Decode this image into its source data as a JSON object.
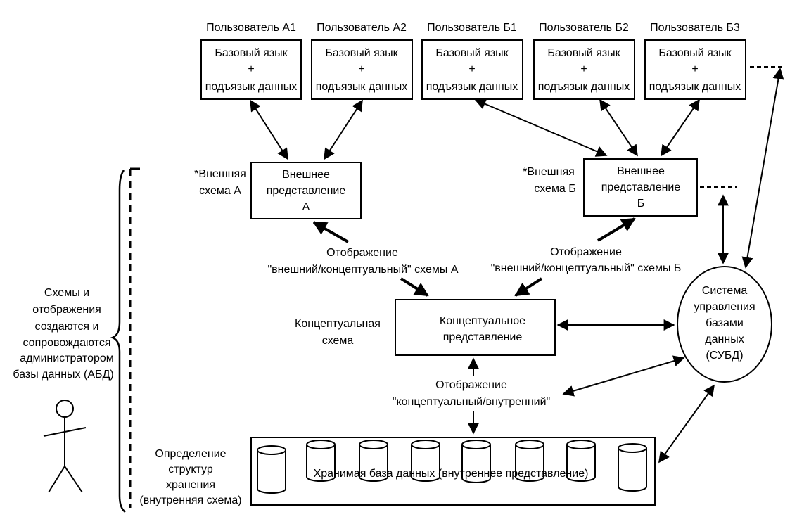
{
  "users": [
    {
      "name": "Пользователь А1",
      "line1": "Базовый язык",
      "line2": "+",
      "line3": "подъязык данных"
    },
    {
      "name": "Пользователь А2",
      "line1": "Базовый язык",
      "line2": "+",
      "line3": "подъязык данных"
    },
    {
      "name": "Пользователь Б1",
      "line1": "Базовый язык",
      "line2": "+",
      "line3": "подъязык данных"
    },
    {
      "name": "Пользователь Б2",
      "line1": "Базовый язык",
      "line2": "+",
      "line3": "подъязык данных"
    },
    {
      "name": "Пользователь Б3",
      "line1": "Базовый язык",
      "line2": "+",
      "line3": "подъязык данных"
    }
  ],
  "external_a": {
    "schema_label_1": "*Внешняя",
    "schema_label_2": "схема А",
    "box_1": "Внешнее",
    "box_2": "представление",
    "box_3": "А"
  },
  "external_b": {
    "schema_label_1": "*Внешняя",
    "schema_label_2": "схема Б",
    "box_1": "Внешнее",
    "box_2": "представление",
    "box_3": "Б"
  },
  "mapping_a": {
    "line1": "Отображение",
    "line2": "\"внешний/концептуальный\" схемы А"
  },
  "mapping_b": {
    "line1": "Отображение",
    "line2": "\"внешний/концептуальный\" схемы Б"
  },
  "conceptual": {
    "schema_label_1": "Концептуальная",
    "schema_label_2": "схема",
    "box_1": "Концептуальное",
    "box_2": "представление"
  },
  "mapping_internal": {
    "line1": "Отображение",
    "line2": "\"концептуальный/внутренний\""
  },
  "dbms": {
    "line1": "Система",
    "line2": "управления",
    "line3": "базами",
    "line4": "данных",
    "line5": "(СУБД)"
  },
  "storage": {
    "label": "Хранимая база данных (внутреннее представление)",
    "def_1": "Определение",
    "def_2": "структур",
    "def_3": "хранения",
    "def_4": "(внутренняя схема)"
  },
  "admin": {
    "line1": "Схемы и",
    "line2": "отображения",
    "line3": "создаются и",
    "line4": "сопровождаются",
    "line5": "администратором",
    "line6": "базы данных (АБД)"
  }
}
